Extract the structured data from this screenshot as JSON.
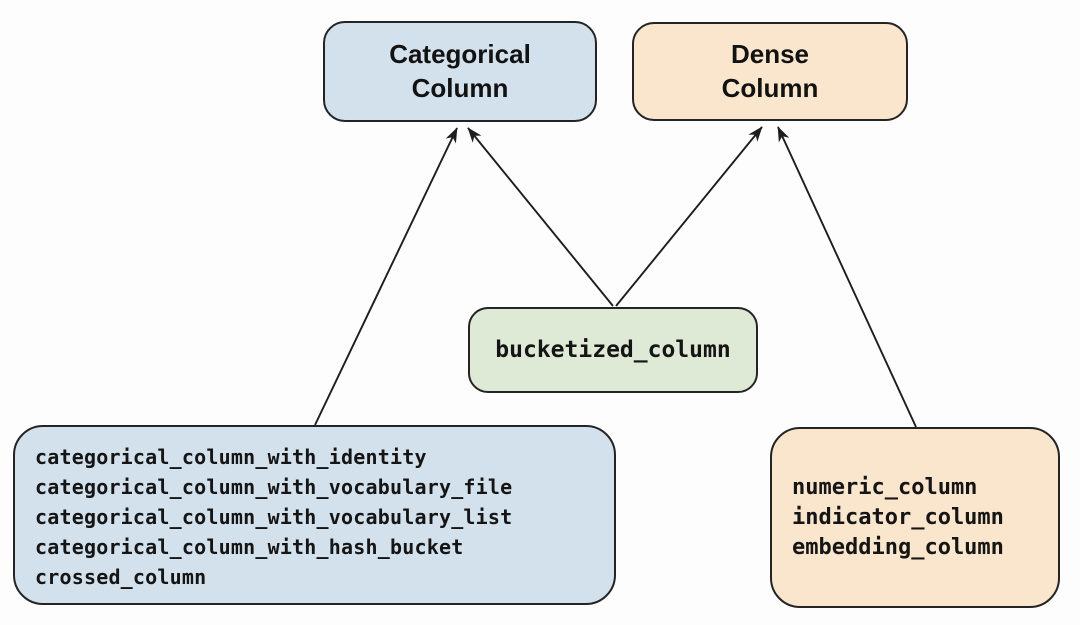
{
  "diagram": {
    "nodes": {
      "categorical": {
        "label": "Categorical\nColumn",
        "fill": "#d3e1ed"
      },
      "dense": {
        "label": "Dense\nColumn",
        "fill": "#fae6cd"
      },
      "bucketized": {
        "label": "bucketized_column",
        "fill": "#deead6"
      },
      "categorical_functions": {
        "items": [
          "categorical_column_with_identity",
          "categorical_column_with_vocabulary_file",
          "categorical_column_with_vocabulary_list",
          "categorical_column_with_hash_bucket",
          "crossed_column"
        ],
        "fill": "#d3e1ed"
      },
      "dense_functions": {
        "items": [
          "numeric_column",
          "indicator_column",
          "embedding_column"
        ],
        "fill": "#fae6cd"
      }
    },
    "edges": [
      {
        "from": "categorical_functions",
        "to": "categorical"
      },
      {
        "from": "bucketized",
        "to": "categorical"
      },
      {
        "from": "bucketized",
        "to": "dense"
      },
      {
        "from": "dense_functions",
        "to": "dense"
      }
    ],
    "colors": {
      "border": "#242424",
      "arrow": "#1d1d1d",
      "text": "#121212",
      "background": "#fdfdfd"
    }
  }
}
